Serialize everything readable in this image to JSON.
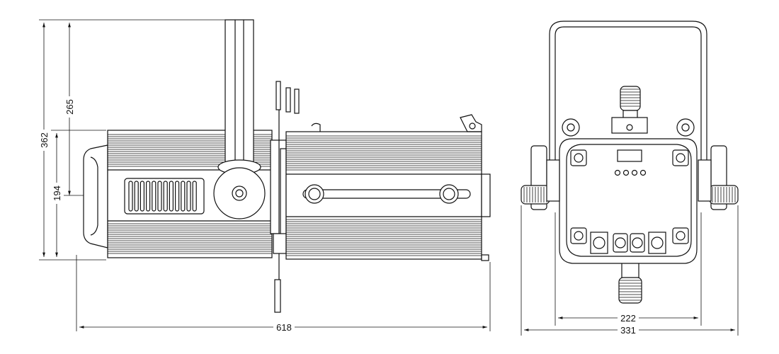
{
  "side_view": {
    "dims": {
      "total_height": "362",
      "yoke_height": "265",
      "body_height": "194",
      "total_length": "618"
    }
  },
  "rear_view": {
    "dims": {
      "yoke_width": "222",
      "total_width": "331"
    }
  },
  "colors": {
    "line": "#111111",
    "background": "#ffffff"
  },
  "icons": [
    "xlr-connector-icon",
    "powercon-connector-icon",
    "display-icon",
    "button-icon",
    "knob-icon"
  ]
}
